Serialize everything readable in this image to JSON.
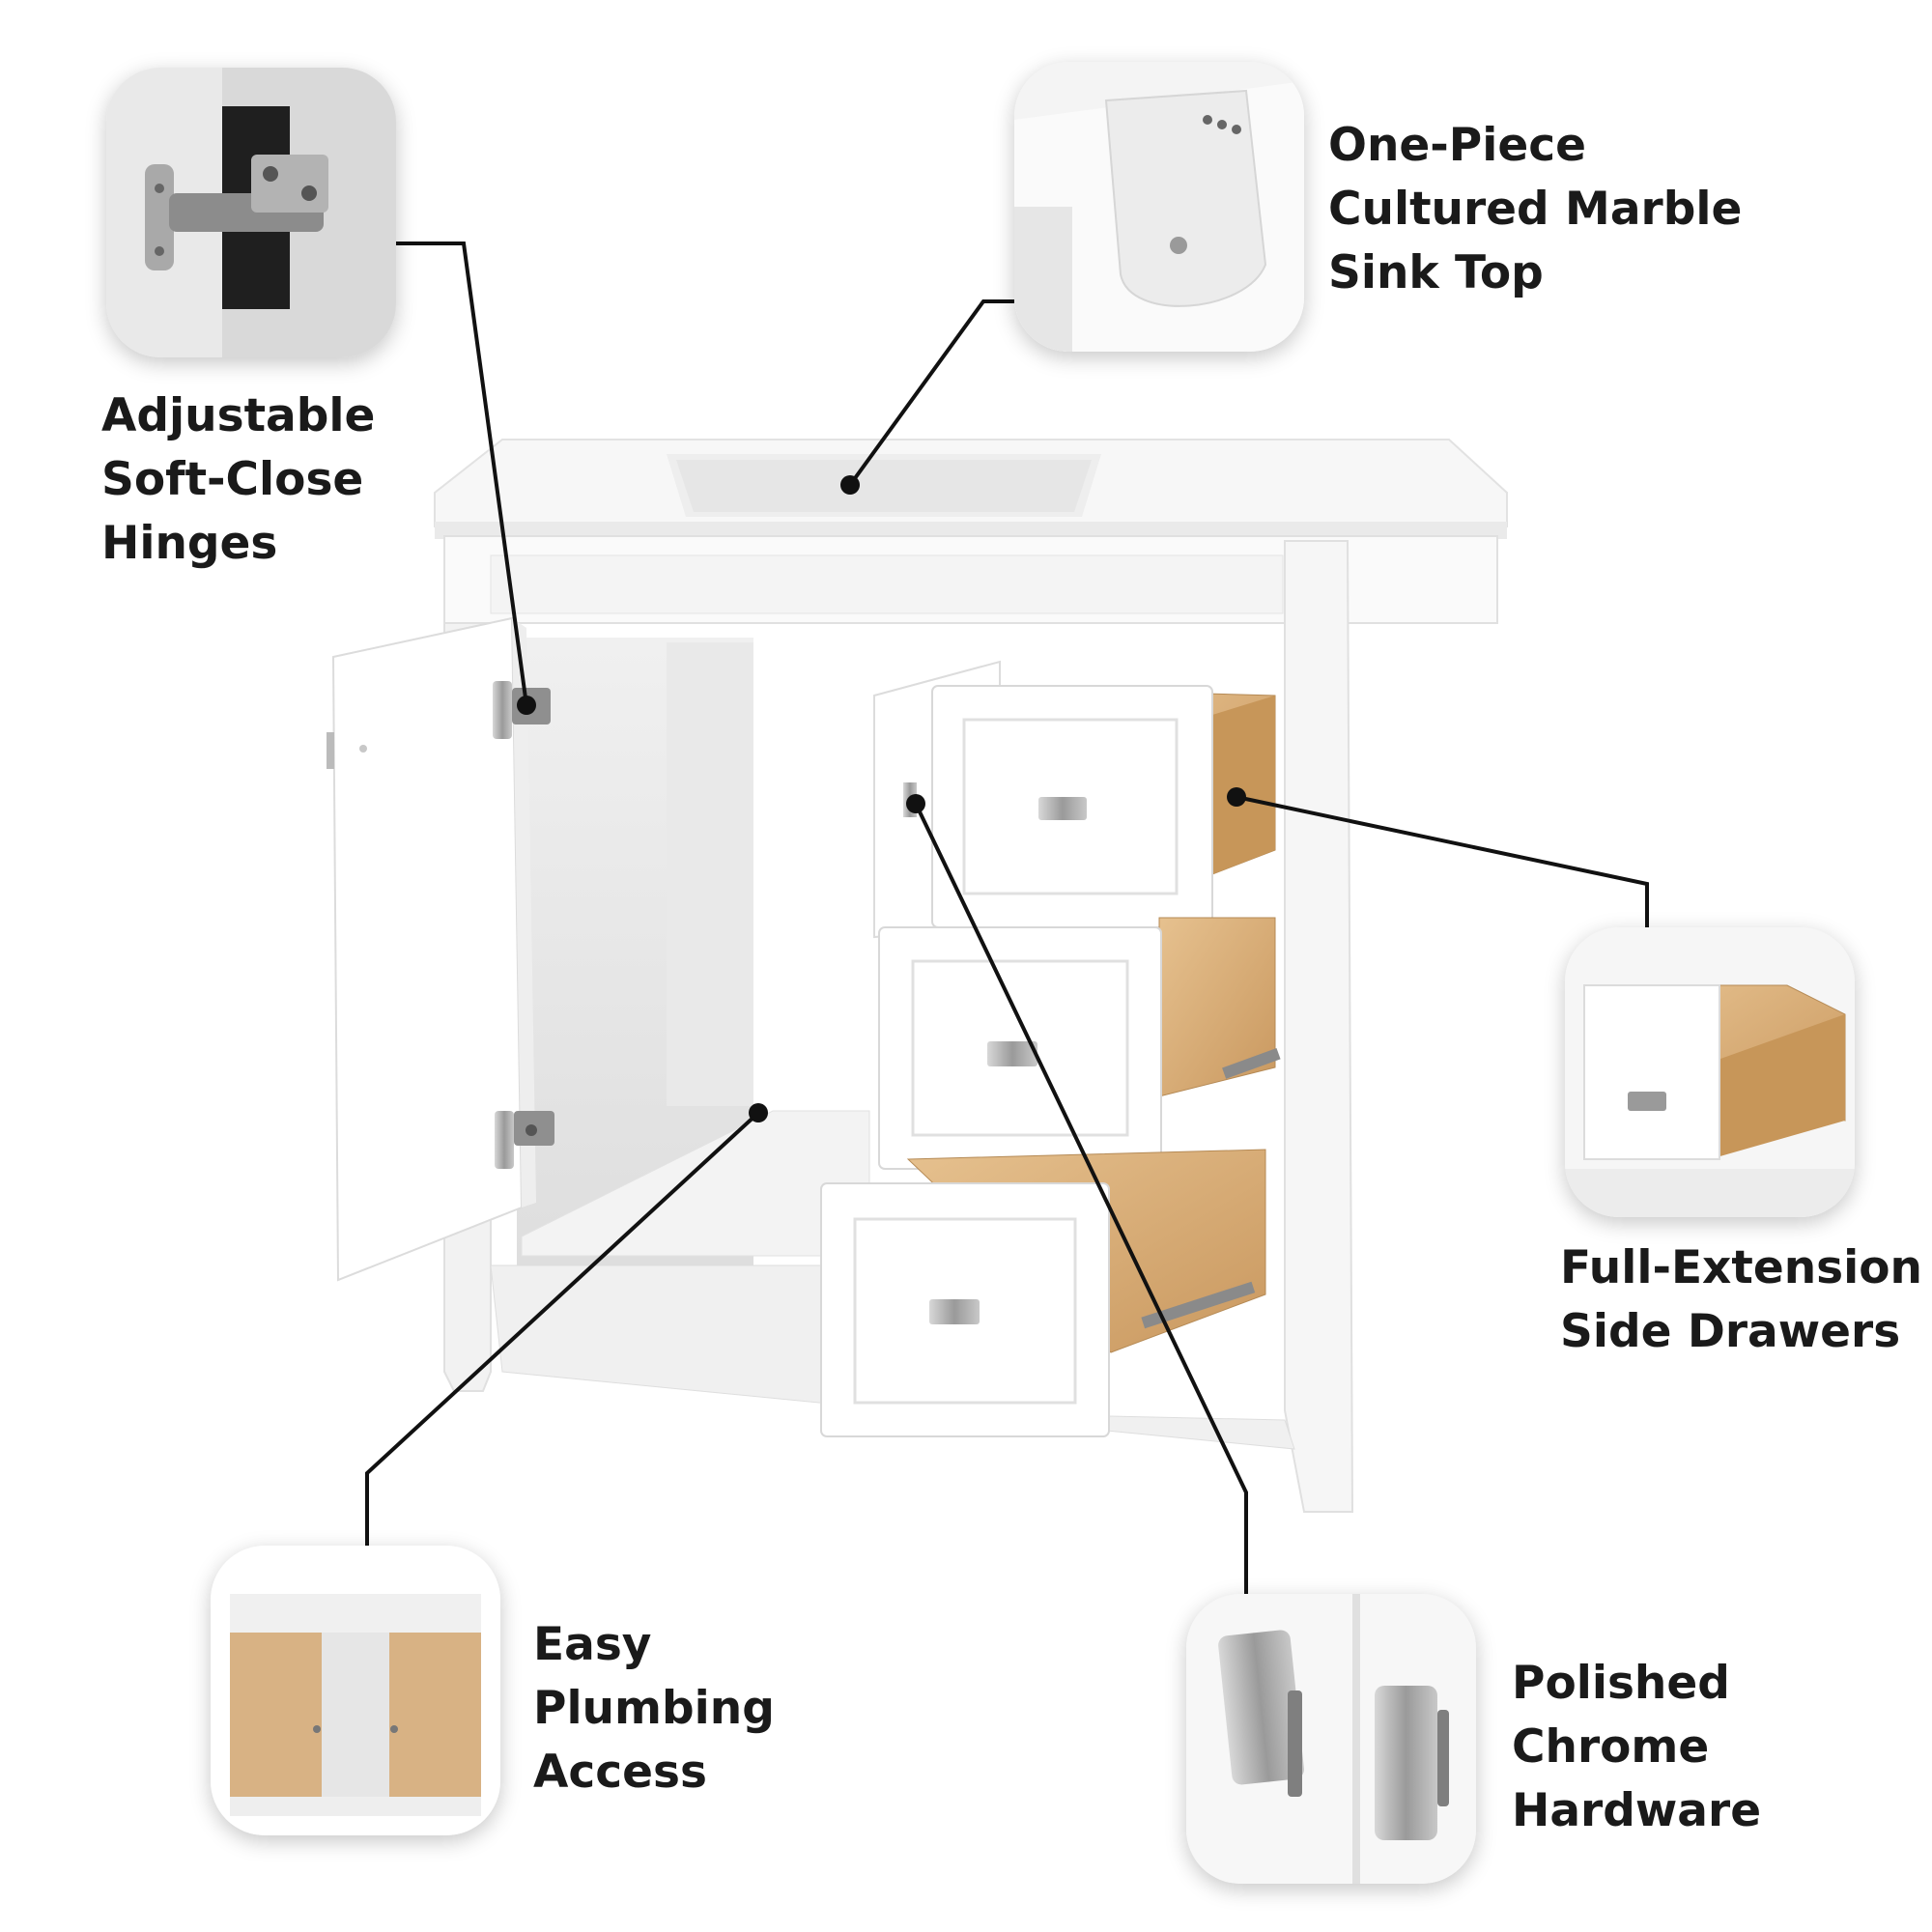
{
  "features": [
    {
      "id": "hinges",
      "icon": "hinge-icon",
      "lines": [
        "Adjustable",
        "Soft-Close",
        "Hinges"
      ]
    },
    {
      "id": "sink",
      "icon": "sink-top-icon",
      "lines": [
        "One-Piece",
        "Cultured Marble",
        "Sink Top"
      ]
    },
    {
      "id": "drawers",
      "icon": "drawer-icon",
      "lines": [
        "Full-Extension",
        "Side Drawers"
      ]
    },
    {
      "id": "plumbing",
      "icon": "cabinet-back-icon",
      "lines": [
        "Easy",
        "Plumbing",
        "Access"
      ]
    },
    {
      "id": "hardware",
      "icon": "chrome-pull-icon",
      "lines": [
        "Polished",
        "Chrome",
        "Hardware"
      ]
    }
  ],
  "colors": {
    "cabinet": "#ffffff",
    "wood": "#d9b07c",
    "chrome": "#9a9a9a",
    "callout_line": "#111111",
    "label_text": "#1a1a1a"
  }
}
